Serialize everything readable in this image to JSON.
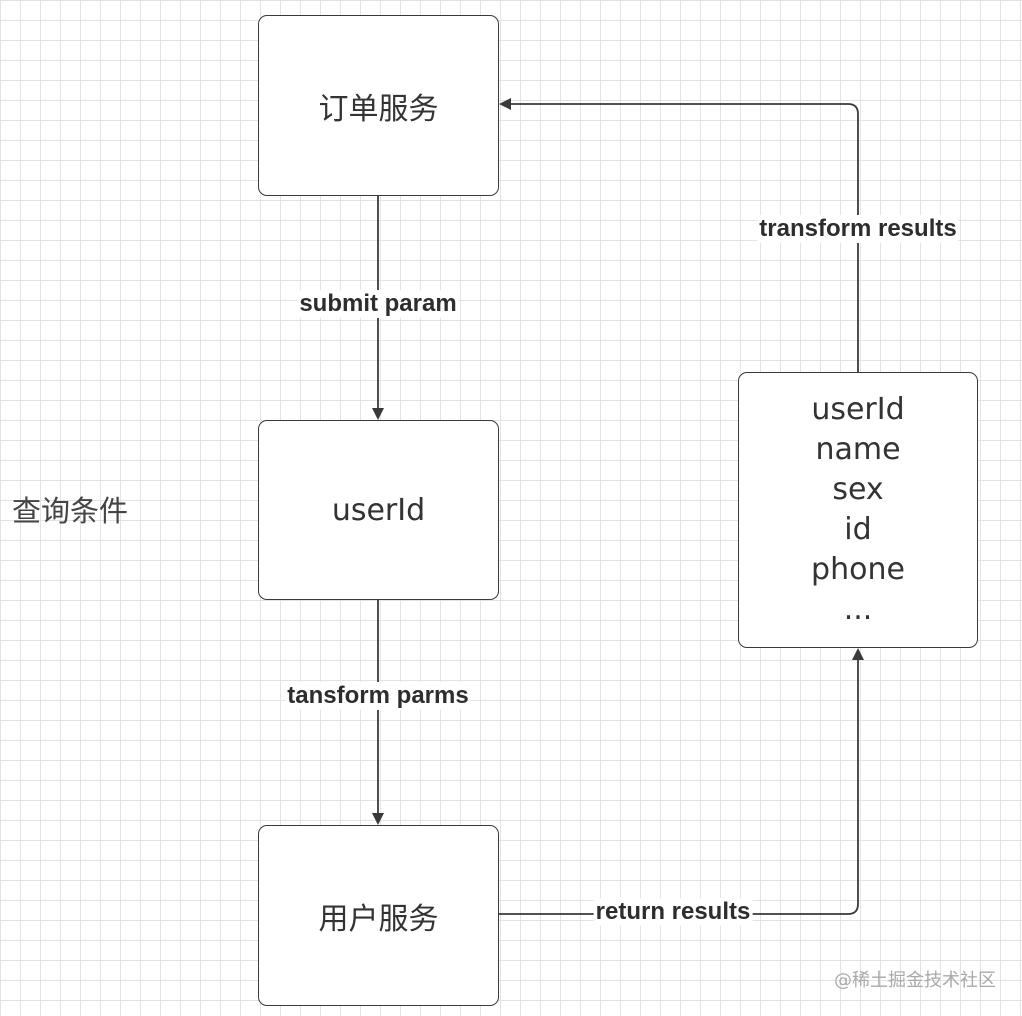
{
  "nodes": {
    "order_service": "订单服务",
    "userid_param": "userId",
    "user_service": "用户服务",
    "result_fields": [
      "userId",
      "name",
      "sex",
      "id",
      "phone",
      "..."
    ]
  },
  "edges": {
    "submit": "submit param",
    "transform_params": "tansform parms",
    "return": "return results",
    "transform_results": "transform results"
  },
  "side_note": "查询条件",
  "watermark": "@稀土掘金技术社区",
  "colors": {
    "stroke": "#3a3a3a",
    "grid": "#e3e3e3",
    "text": "#333333"
  }
}
